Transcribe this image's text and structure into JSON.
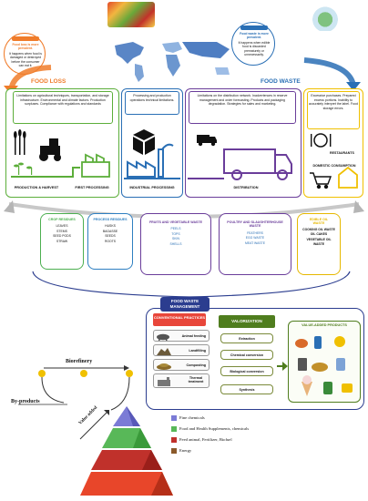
{
  "header": {
    "food_loss": {
      "title": "FOOD LOSS",
      "note_heading": "Food loss is more prevalent.",
      "note_body": "It happens when food is damaged or destroyed before the consumer can eat it."
    },
    "food_waste": {
      "title": "FOOD WASTE",
      "note_heading": "Food waste is more prevalent.",
      "note_body": "It happens when edible food is discarded prematurely or unnecessarily."
    }
  },
  "supply_chain": {
    "production": {
      "description": "Limitations on agricultural techniques, transportation, and storage infrastructure. Environmental and climate factors. Production surpluses. Compliance with regulations and standards",
      "label_a": "PRODUCTION & HARVEST",
      "label_b": "FIRST PROCESSING"
    },
    "industrial": {
      "description": "Processing and production operations technical limitations.",
      "label": "INDUSTRIAL PROCESSING"
    },
    "distribution": {
      "description": "Limitations on the distribution network. Inadvertences in reserve management and order forecasting. Products and packaging degradation. Strategies for sales and marketing.",
      "label": "DISTRIBUTION"
    },
    "consumption": {
      "description": "Excessive purchases. Prepared excess portions. Inability to accurately interpret the label. Food storage errors.",
      "label_restaurants": "RESTAURANTS",
      "label_domestic": "DOMESTIC CONSUMPTION"
    }
  },
  "waste_types": [
    {
      "title": "CROP RESIDUES",
      "items": [
        "LEAVES",
        "STEMS",
        "SEED PODS",
        "STRAW"
      ],
      "color": "#4caf50"
    },
    {
      "title": "PROCESS RESIDUES",
      "items": [
        "HUSKS",
        "BAGASSE",
        "SEEDS",
        "ROOTS"
      ],
      "color": "#2e7fc1"
    },
    {
      "title": "FRUITS AND VEGETABLE WASTE",
      "items": [
        "PEELS",
        "TOPS",
        "SKIN",
        "SHELLS"
      ],
      "color": "#6a3d9a"
    },
    {
      "title": "POULTRY AND SLAUGHTERHOUSE WASTE",
      "items": [
        "FEATHERS",
        "EGG WASTE",
        "MEAT WASTE"
      ],
      "color": "#6a3d9a"
    },
    {
      "title": "EDIBLE OIL WASTE",
      "items": [
        "COOKING OIL WASTE",
        "OIL CAKES",
        "VEGETABLE OIL WASTE"
      ],
      "color": "#e6b800"
    }
  ],
  "management": {
    "title": "FOOD WASTE MANAGEMENT",
    "conventional_title": "CONVENTIONAL PRACTICES",
    "conventional": [
      "Animal feeding",
      "Landfilling",
      "Composting",
      "Thermal treatment"
    ],
    "valorization_title": "VALORIZATION",
    "valorization": [
      "Extraction",
      "Chemical conversion",
      "Biological conversion",
      "Synthesis"
    ],
    "products_title": "VALUE-ADDED PRODUCTS"
  },
  "pyramid": {
    "biorefinery_label": "Biorefinery",
    "byproducts_label": "By-products",
    "value_added_label": "Value added",
    "legend": [
      {
        "label": "Fine chemicals",
        "color": "#7b7bd6"
      },
      {
        "label": "Food and Health Supplements, chemicals",
        "color": "#58b858"
      },
      {
        "label": "Feed animal, Fertilizer, Biofuel",
        "color": "#c0312b"
      },
      {
        "label": "Energy",
        "color": "#8b5a2b"
      }
    ]
  },
  "colors": {
    "orange": "#f07c2a",
    "blue": "#2a6fb5",
    "green": "#5cae3a",
    "purple": "#6a3d9a",
    "yellow": "#f0c000",
    "navy": "#2b3d8f"
  }
}
